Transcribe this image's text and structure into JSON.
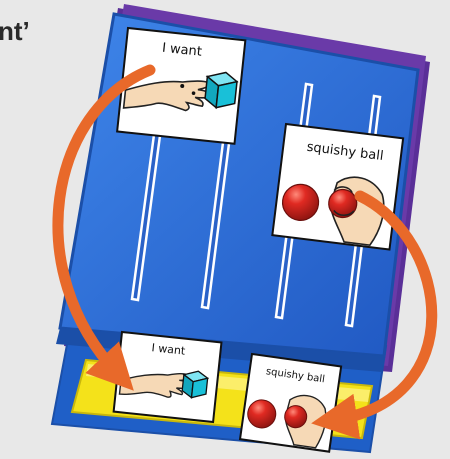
{
  "heading_fragment": "nt’",
  "cards": {
    "top_i_want": "I want",
    "top_squishy_ball": "squishy ball",
    "strip_i_want": "I want",
    "strip_squishy_ball": "squishy ball"
  },
  "colors": {
    "background": "#e8e8e8",
    "book_blue": "#2e6fd6",
    "book_edge": "#1b4fa8",
    "arrow_orange": "#e8692a",
    "strip_yellow": "#f4e21a",
    "tab_orange": "#f28a1e",
    "tab_blue": "#1f5fc7",
    "tab_yellow": "#f6e50f",
    "tab_green": "#3aa640",
    "tab_red": "#e5262b",
    "tab_purple": "#6a3aa8",
    "ball_red": "#e02a22",
    "cube_cyan": "#19c0d8",
    "skin": "#f6d9b6"
  },
  "icons": [
    "hand-icon",
    "cube-icon",
    "squishy-ball-icon",
    "arrow-icon"
  ]
}
